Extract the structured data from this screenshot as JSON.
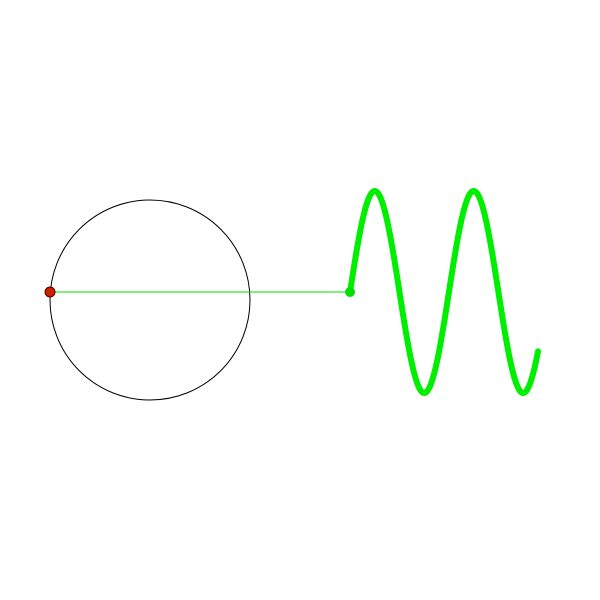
{
  "diagram": {
    "kind": "circle-to-sine-wave animation frame",
    "colors": {
      "background": "#ffffff",
      "circle_stroke": "#000000",
      "connector": "#00dd00",
      "wave": "#00ee00",
      "pen_dot": "#00dd00",
      "rotating_point_fill": "#cc2200",
      "rotating_point_stroke": "#550000"
    },
    "wave": {
      "cycles_shown": 1.9,
      "phase_start_degrees": 180
    },
    "rotating_point_angle_degrees": 180
  }
}
